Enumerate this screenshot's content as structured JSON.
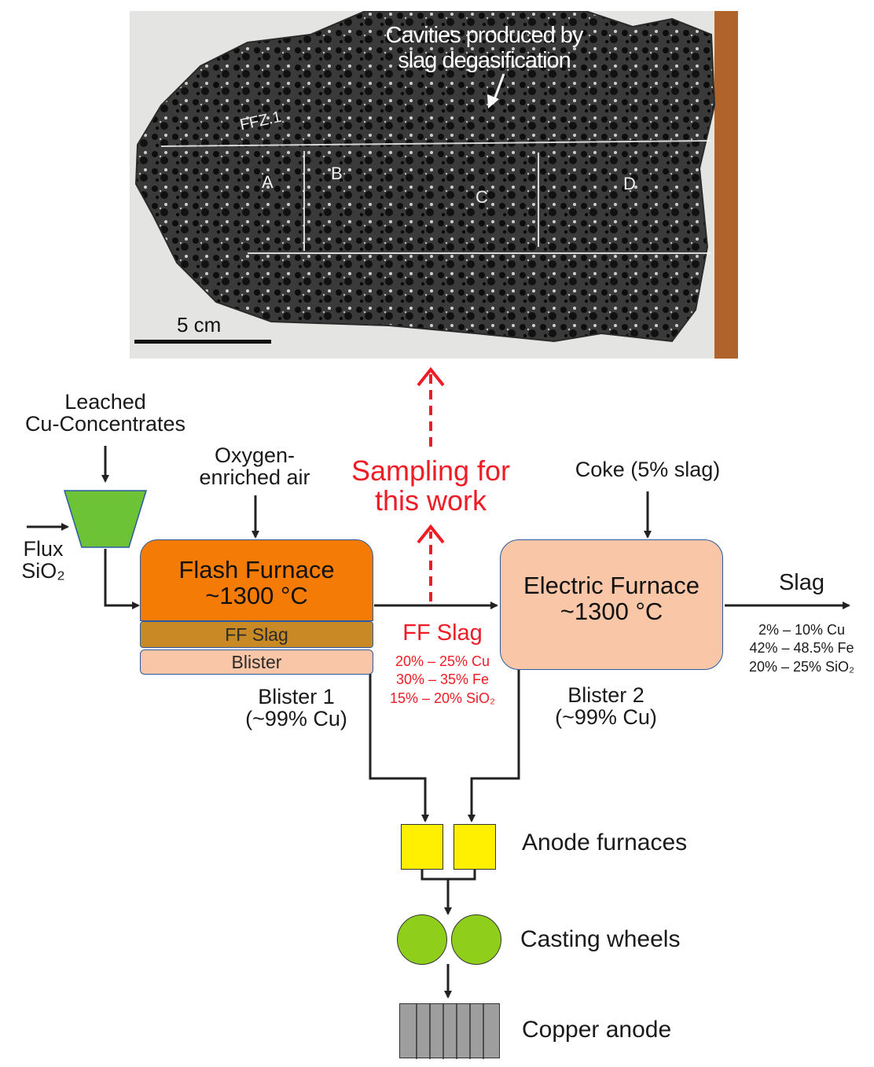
{
  "photo": {
    "annotation": "Cavities produced by slag degasification",
    "scale_bar": "5 cm",
    "sample_id": "FFZ.1",
    "section_letters": [
      "A",
      "B",
      "C",
      "D"
    ]
  },
  "inputs": {
    "concentrates_l1": "Leached",
    "concentrates_l2": "Cu-Concentrates",
    "flux_l1": "Flux",
    "flux_l2": "SiO₂",
    "oxygen_l1": "Oxygen-",
    "oxygen_l2": "enriched air",
    "coke": "Coke (5% slag)"
  },
  "flash_furnace": {
    "title": "Flash Furnace",
    "temp": "~1300 °C",
    "slag_layer": "FF Slag",
    "blister_layer": "Blister"
  },
  "electric_furnace": {
    "title": "Electric Furnace",
    "temp": "~1300 °C"
  },
  "sampling": {
    "line1": "Sampling for",
    "line2": "this work"
  },
  "ff_slag": {
    "title": "FF Slag",
    "comp": [
      "20% – 25% Cu",
      "30% – 35% Fe",
      "15% – 20% SiO₂"
    ]
  },
  "slag": {
    "title": "Slag",
    "comp": [
      "2% – 10% Cu",
      "42% – 48.5% Fe",
      "20% – 25% SiO₂"
    ]
  },
  "blister1": {
    "l1": "Blister 1",
    "l2": "(~99% Cu)"
  },
  "blister2": {
    "l1": "Blister 2",
    "l2": "(~99% Cu)"
  },
  "downstream": {
    "anode_furnaces": "Anode furnaces",
    "casting_wheels": "Casting wheels",
    "copper_anode": "Copper anode"
  },
  "colors": {
    "flash_furnace": "#f47b06",
    "ff_slag_layer": "#c98a26",
    "blister_layer": "#f9c7a7",
    "electric_furnace": "#f9c7a7",
    "hopper": "#6cc335",
    "anode_furnace": "#ffef00",
    "casting_wheel": "#8fcf1b",
    "copper_anode": "#9e9e9e",
    "sampling_red": "#ee1c25"
  }
}
